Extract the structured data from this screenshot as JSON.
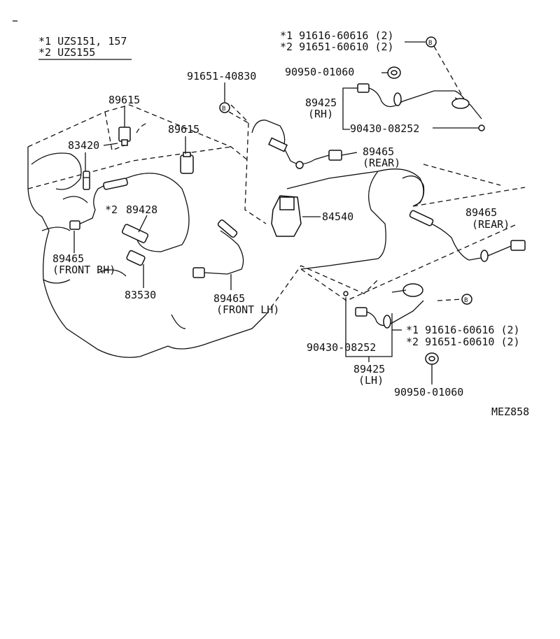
{
  "legend": {
    "line1": "*1 UZS151, 157",
    "line2": "*2 UZS155"
  },
  "labels": {
    "bolt_rh_1": "*1 91616-60616 (2)",
    "bolt_rh_2": "*2 91651-60610 (2)",
    "gasket_rh": "90950-01060",
    "bolt_top": "91651-40830",
    "harness_rh_num": "89425",
    "harness_rh_side": "(RH)",
    "nut_rh": "90430-08252",
    "sensor_rear_top_num": "89465",
    "sensor_rear_top_side": "(REAR)",
    "vsw_1": "89615",
    "vsw_2": "89615",
    "knock_a": "83420",
    "temp_num": "89428",
    "temp_prefix": "*2",
    "sensor_front_rh_num": "89465",
    "sensor_front_rh_side": "(FRONT RH)",
    "sw_oil": "83530",
    "neutral_sw": "84540",
    "sensor_rear_right_num": "89465",
    "sensor_rear_right_side": "(REAR)",
    "sensor_front_lh_num": "89465",
    "sensor_front_lh_side": "(FRONT LH)",
    "bolt_lh_1": "*1 91616-60616 (2)",
    "bolt_lh_2": "*2 91651-60610 (2)",
    "nut_lh": "90430-08252",
    "harness_lh_num": "89425",
    "harness_lh_side": "(LH)",
    "gasket_lh": "90950-01060",
    "ref_code": "MEZ858"
  },
  "markers": {
    "b": "B"
  },
  "icons": [
    "engine-outline",
    "transmission-outline",
    "oxygen-sensor",
    "connector",
    "gasket-ring",
    "bolt-marker"
  ]
}
